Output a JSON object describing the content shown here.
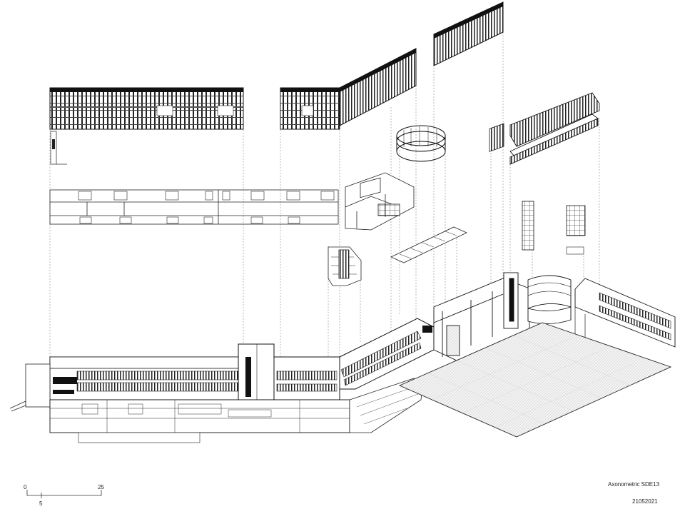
{
  "drawing": {
    "title": "Axonometric SDE13",
    "date": "21052021"
  },
  "scale_bar": {
    "tick_0": "0",
    "tick_5": "5",
    "tick_25": "25"
  }
}
